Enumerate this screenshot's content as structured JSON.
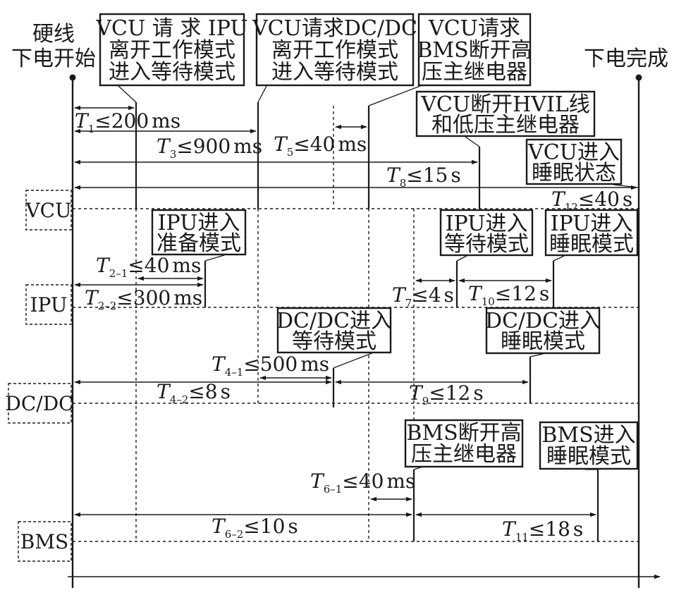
{
  "header": {
    "start_line1": "硬线",
    "start_line2": "下电开始",
    "end_label": "下电完成"
  },
  "lanes": [
    {
      "key": "vcu",
      "label": "VCU"
    },
    {
      "key": "ipu",
      "label": "IPU"
    },
    {
      "key": "dcdc",
      "label": "DC/DC"
    },
    {
      "key": "bms",
      "label": "BMS"
    }
  ],
  "events": [
    {
      "key": "vcu-req-ipu-wait",
      "lines": [
        "VCU 请 求 IPU",
        "离开工作模式",
        "进入等待模式"
      ]
    },
    {
      "key": "vcu-req-dcdc-wait",
      "lines": [
        "VCU请求DC/DC",
        "离开工作模式",
        "进入等待模式"
      ]
    },
    {
      "key": "vcu-req-bms-open",
      "lines": [
        "VCU请求",
        "BMS断开高",
        "压主继电器"
      ]
    },
    {
      "key": "vcu-open-hvil",
      "lines": [
        "VCU断开HVIL线",
        "和低压主继电器"
      ]
    },
    {
      "key": "vcu-sleep",
      "lines": [
        "VCU进入",
        "睡眠状态"
      ]
    },
    {
      "key": "ipu-ready",
      "lines": [
        "IPU进入",
        "准备模式"
      ]
    },
    {
      "key": "ipu-wait",
      "lines": [
        "IPU进入",
        "等待模式"
      ]
    },
    {
      "key": "ipu-sleep",
      "lines": [
        "IPU进入",
        "睡眠模式"
      ]
    },
    {
      "key": "dcdc-wait",
      "lines": [
        "DC/DC进入",
        "等待模式"
      ]
    },
    {
      "key": "dcdc-sleep",
      "lines": [
        "DC/DC进入",
        "睡眠模式"
      ]
    },
    {
      "key": "bms-open",
      "lines": [
        "BMS断开高",
        "压主继电器"
      ]
    },
    {
      "key": "bms-sleep",
      "lines": [
        "BMS进入",
        "睡眠模式"
      ]
    }
  ],
  "timings": [
    {
      "key": "t1",
      "symbol": "T",
      "sub": "1",
      "relation": "≤",
      "value": "200",
      "unit": "ms"
    },
    {
      "key": "t3",
      "symbol": "T",
      "sub": "3",
      "relation": "≤",
      "value": "900",
      "unit": "ms"
    },
    {
      "key": "t5",
      "symbol": "T",
      "sub": "5",
      "relation": "≤",
      "value": "40",
      "unit": "ms"
    },
    {
      "key": "t8",
      "symbol": "T",
      "sub": "8",
      "relation": "≤",
      "value": "15",
      "unit": "s"
    },
    {
      "key": "t12",
      "symbol": "T",
      "sub": "12",
      "relation": "≤",
      "value": "40",
      "unit": "s"
    },
    {
      "key": "t2-1",
      "symbol": "T",
      "sub": "2–1",
      "relation": "≤",
      "value": "40",
      "unit": "ms"
    },
    {
      "key": "t2-2",
      "symbol": "T",
      "sub": "2–2",
      "relation": "≤",
      "value": "300",
      "unit": "ms"
    },
    {
      "key": "t7",
      "symbol": "T",
      "sub": "7",
      "relation": "≤",
      "value": "4",
      "unit": "s"
    },
    {
      "key": "t10",
      "symbol": "T",
      "sub": "10",
      "relation": "≤",
      "value": "12",
      "unit": "s"
    },
    {
      "key": "t4-1",
      "symbol": "T",
      "sub": "4–1",
      "relation": "≤",
      "value": "500",
      "unit": "ms"
    },
    {
      "key": "t4-2",
      "symbol": "T",
      "sub": "4–2",
      "relation": "≤",
      "value": "8",
      "unit": "s"
    },
    {
      "key": "t9",
      "symbol": "T",
      "sub": "9",
      "relation": "≤",
      "value": "12",
      "unit": "s"
    },
    {
      "key": "t6-1",
      "symbol": "T",
      "sub": "6–1",
      "relation": "≤",
      "value": "40",
      "unit": "ms"
    },
    {
      "key": "t6-2",
      "symbol": "T",
      "sub": "6–2",
      "relation": "≤",
      "value": "10",
      "unit": "s"
    },
    {
      "key": "t11",
      "symbol": "T",
      "sub": "11",
      "relation": "≤",
      "value": "18",
      "unit": "s"
    }
  ]
}
